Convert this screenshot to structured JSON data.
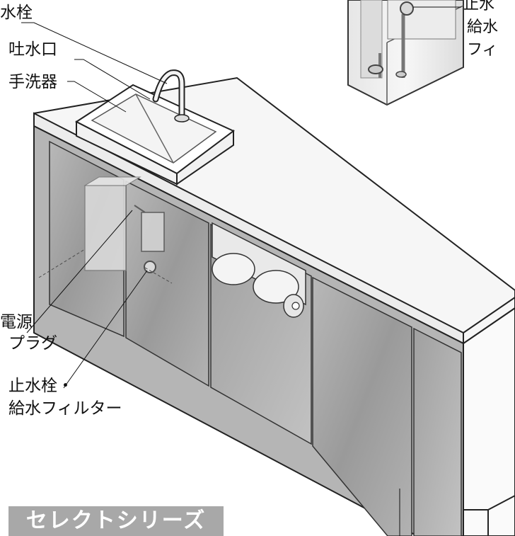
{
  "labels": {
    "faucet": "水栓",
    "spout": "吐水口",
    "hand_basin": "手洗器",
    "power_plug_line1": "電源",
    "power_plug_line2": "プラグ",
    "stop_valve_line1": "止水栓・",
    "stop_valve_line2": "給水フィルター",
    "inset_top": "止水",
    "inset_mid": "給水",
    "inset_bot": "フィ"
  },
  "series_title": "セレクトシリーズ",
  "colors": {
    "counter_top": "#f7f7f7",
    "cabinet_door": "#a5a5a5",
    "outline": "#1a1a1a",
    "series_tag_bg": "#a8a8a8"
  }
}
